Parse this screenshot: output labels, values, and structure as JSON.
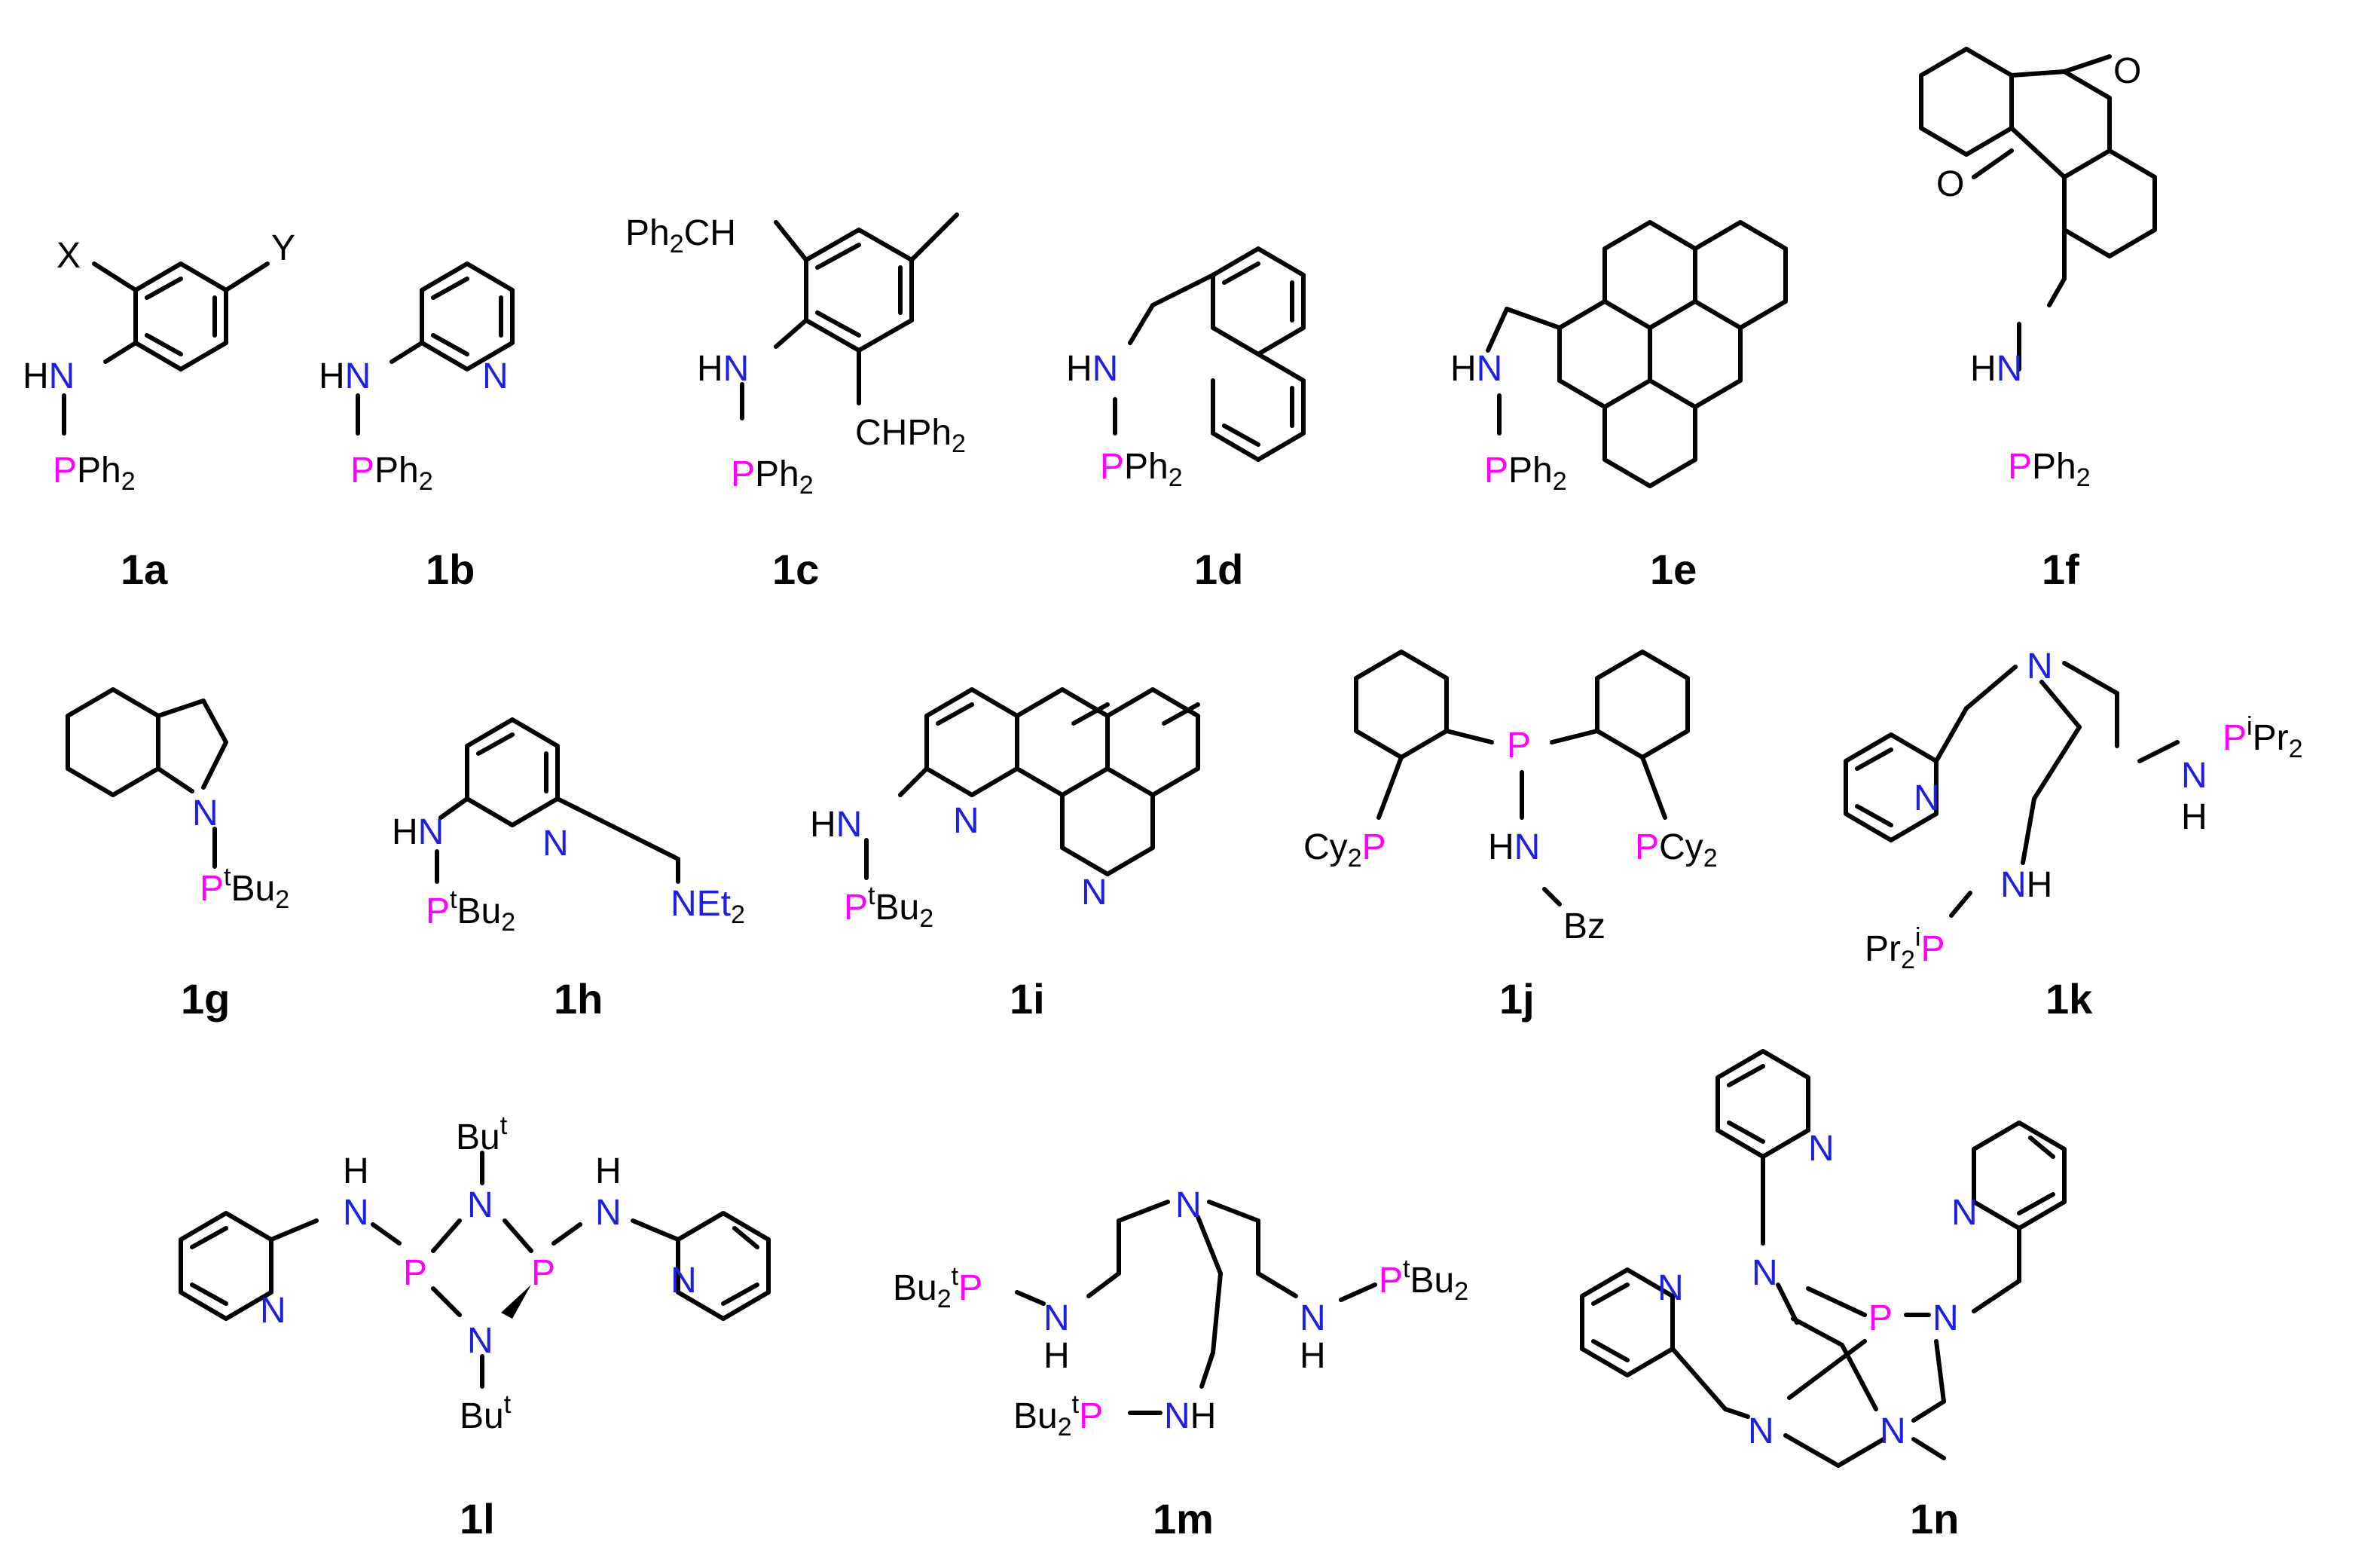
{
  "colors": {
    "nitrogen": "#1f1fe0",
    "phosphorus": "#ff00ff",
    "carbon": "#000000"
  },
  "compounds": [
    {
      "id": "1a",
      "labels": {
        "x": "X",
        "y": "Y",
        "nh": "HN",
        "p": "P",
        "pr": "Ph",
        "pr_sub": "2"
      }
    },
    {
      "id": "1b",
      "labels": {
        "nh": "HN",
        "n_ring": "N",
        "p": "P",
        "pr": "Ph",
        "pr_sub": "2"
      }
    },
    {
      "id": "1c",
      "labels": {
        "ch_top": "Ph",
        "ch_top_sub": "2",
        "ch_top_end": "CH",
        "ch_bot": "CHPh",
        "ch_bot_sub": "2",
        "nh": "HN",
        "p": "P",
        "pr": "Ph",
        "pr_sub": "2"
      }
    },
    {
      "id": "1d",
      "labels": {
        "nh": "HN",
        "p": "P",
        "pr": "Ph",
        "pr_sub": "2"
      }
    },
    {
      "id": "1e",
      "labels": {
        "nh": "HN",
        "p": "P",
        "pr": "Ph",
        "pr_sub": "2"
      }
    },
    {
      "id": "1f",
      "labels": {
        "o1": "O",
        "o2": "O",
        "nh": "HN",
        "p": "P",
        "pr": "Ph",
        "pr_sub": "2"
      }
    },
    {
      "id": "1g",
      "labels": {
        "n": "N",
        "p": "P",
        "p_sup": "t",
        "pr": "Bu",
        "pr_sub": "2"
      }
    },
    {
      "id": "1h",
      "labels": {
        "nh": "HN",
        "n_ring": "N",
        "p": "P",
        "p_sup": "t",
        "pr": "Bu",
        "pr_sub": "2",
        "net": "NEt",
        "net_sub": "2"
      }
    },
    {
      "id": "1i",
      "labels": {
        "nh": "HN",
        "n1": "N",
        "n2": "N",
        "p": "P",
        "p_sup": "t",
        "pr": "Bu",
        "pr_sub": "2"
      }
    },
    {
      "id": "1j",
      "labels": {
        "p_center": "P",
        "cy_left": "Cy",
        "cy_left_sub": "2",
        "p_left": "P",
        "p_right": "P",
        "cy_right": "Cy",
        "cy_right_sub": "2",
        "nh": "HN",
        "bz": "Bz"
      }
    },
    {
      "id": "1k",
      "labels": {
        "n_top": "N",
        "n_py": "N",
        "p_right": "P",
        "p_right_sup": "i",
        "pr_right": "Pr",
        "pr_right_sub": "2",
        "nh_right": "N",
        "h_right": "H",
        "nh_mid": "NH",
        "pr_left": "Pr",
        "pr_left_sub": "2",
        "pr_left_sup": "i",
        "p_left": "P"
      }
    },
    {
      "id": "1l",
      "labels": {
        "but_top": "Bu",
        "but_top_sup": "t",
        "but_bot": "Bu",
        "but_bot_sup": "t",
        "n_top": "N",
        "n_bot": "N",
        "p_left": "P",
        "p_right": "P",
        "h_left": "H",
        "n_left": "N",
        "h_right": "H",
        "n_right": "N",
        "npy_left": "N",
        "npy_right": "N"
      }
    },
    {
      "id": "1m",
      "labels": {
        "n_top": "N",
        "bu_left": "Bu",
        "bu_left_sub": "2",
        "bu_left_sup": "t",
        "p_left": "P",
        "n_left": "N",
        "h_left": "H",
        "n_right": "N",
        "h_right": "H",
        "p_right": "P",
        "p_right_sup": "t",
        "bu_right": "Bu",
        "bu_right_sub": "2",
        "bu_bot": "Bu",
        "bu_bot_sub": "2",
        "bu_bot_sup": "t",
        "p_bot": "P",
        "nh_bot": "NH"
      }
    },
    {
      "id": "1n",
      "labels": {
        "npy_top": "N",
        "npy_right": "N",
        "npy_left": "N",
        "n_a": "N",
        "p": "P",
        "n_b": "N",
        "n_c": "N",
        "n_d": "N"
      }
    }
  ]
}
